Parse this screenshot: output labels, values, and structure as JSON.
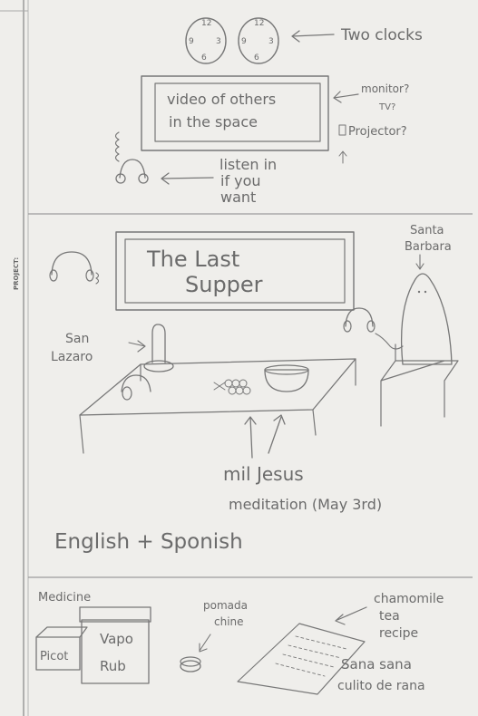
{
  "margin_label": "PROJECT:",
  "top": {
    "clock_numerals": [
      "12",
      "3",
      "6",
      "9"
    ],
    "clocks_note": "Two clocks",
    "screen_line1": "video of others",
    "screen_line2": "in the space",
    "monitor_note": "monitor?",
    "tv_note": "TV?",
    "projector_note": "Projector?",
    "listen_line1": "listen in",
    "listen_line2": "if you",
    "listen_line3": "want"
  },
  "middle": {
    "painting_line1": "The Last",
    "painting_line2": "Supper",
    "santa_line1": "Santa",
    "santa_line2": "Barbara",
    "lazaro_line1": "San",
    "lazaro_line2": "Lazaro",
    "mil_jesus": "mil Jesus",
    "meditation": "meditation (May 3rd)",
    "languages": "English + Sponish"
  },
  "bottom": {
    "medicine": "Medicine",
    "picot": "Picot",
    "vapo": "Vapo",
    "rub": "Rub",
    "pomada_line1": "pomada",
    "pomada_line2": "chine",
    "tea_line1": "chamomile",
    "tea_line2": "tea",
    "tea_line3": "recipe",
    "sana_line1": "Sana sana",
    "sana_line2": "culito de rana"
  }
}
